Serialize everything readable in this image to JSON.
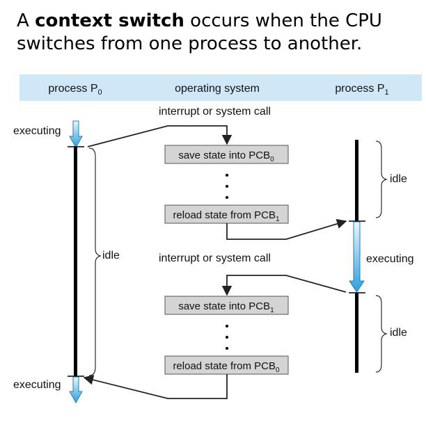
{
  "heading": {
    "prefix": "A ",
    "term": "context switch",
    "line1_rest": " occurs when the CPU",
    "line2": "switches from one process to another."
  },
  "diagram": {
    "header": {
      "p0": "process P",
      "p0_sub": "0",
      "os": "operating system",
      "p1": "process P",
      "p1_sub": "1"
    },
    "labels": {
      "interrupt_top": "interrupt or system call",
      "interrupt_mid": "interrupt or system call",
      "executing_p0_top": "executing",
      "executing_p0_bottom": "executing",
      "executing_p1": "executing",
      "idle_p0": "idle",
      "idle_p1_top": "idle",
      "idle_p1_bottom": "idle",
      "dot": "•"
    },
    "boxes": {
      "save_1_main": "save state into PCB",
      "save_1_sub": "0",
      "reload_1_main": "reload state from PCB",
      "reload_1_sub": "1",
      "save_2_main": "save state into PCB",
      "save_2_sub": "1",
      "reload_2_main": "reload state from PCB",
      "reload_2_sub": "0"
    },
    "colors": {
      "header_band": "#cfe7f6",
      "box_fill": "#d4d4d4",
      "exec_arrow_top": "#e9f6fd",
      "exec_arrow_bottom": "#2d9fdc",
      "line": "#000000"
    }
  }
}
